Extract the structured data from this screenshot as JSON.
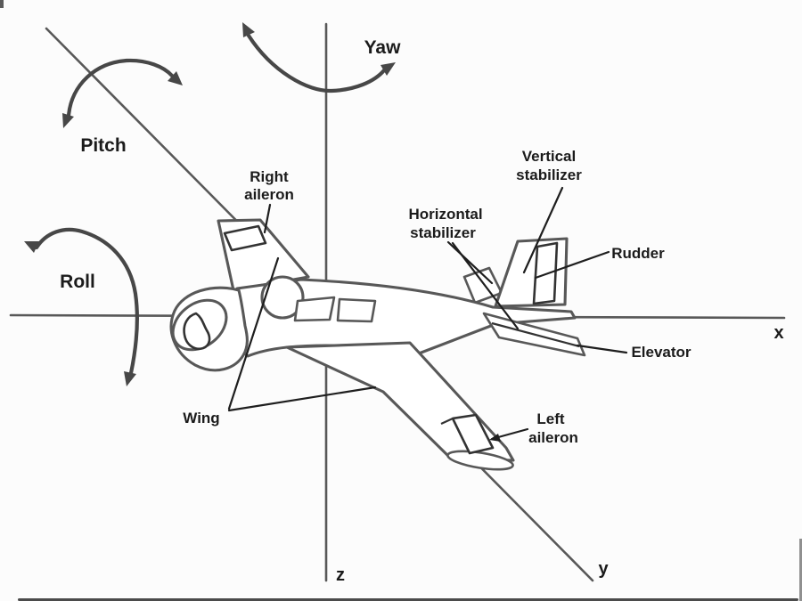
{
  "diagram": {
    "description": "Aircraft principal axes (roll, pitch, yaw) and control surfaces line diagram",
    "axis_labels": {
      "x": "x",
      "y": "y",
      "z": "z"
    },
    "rotation_labels": {
      "pitch": "Pitch",
      "yaw": "Yaw",
      "roll": "Roll"
    },
    "part_labels": {
      "right_aileron": {
        "line1": "Right",
        "line2": "aileron"
      },
      "vertical_stabilizer": {
        "line1": "Vertical",
        "line2": "stabilizer"
      },
      "horizontal_stabilizer": {
        "line1": "Horizontal",
        "line2": "stabilizer"
      },
      "rudder": "Rudder",
      "elevator": "Elevator",
      "left_aileron": {
        "line1": "Left",
        "line2": "aileron"
      },
      "wing": "Wing"
    },
    "colors": {
      "line": "#585858",
      "control_surface": "#333333",
      "pointer": "#1e1e1e",
      "arrow": "#474747",
      "text": "#1b1b1b",
      "background": "#fcfcfc"
    }
  }
}
